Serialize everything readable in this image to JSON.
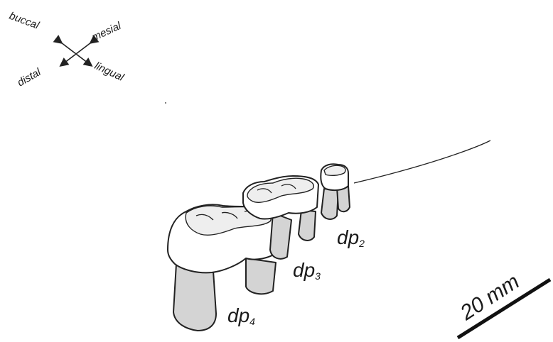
{
  "orientation": {
    "buccal": "buccal",
    "mesial": "mesial",
    "distal": "distal",
    "lingual": "lingual"
  },
  "teeth": [
    {
      "main": "dp",
      "sub": "4"
    },
    {
      "main": "dp",
      "sub": "3"
    },
    {
      "main": "dp",
      "sub": "2"
    }
  ],
  "scale_bar": {
    "label": "20 mm"
  },
  "colors": {
    "root_fill": "#d4d4d4",
    "outline": "#222222",
    "background": "#ffffff"
  }
}
